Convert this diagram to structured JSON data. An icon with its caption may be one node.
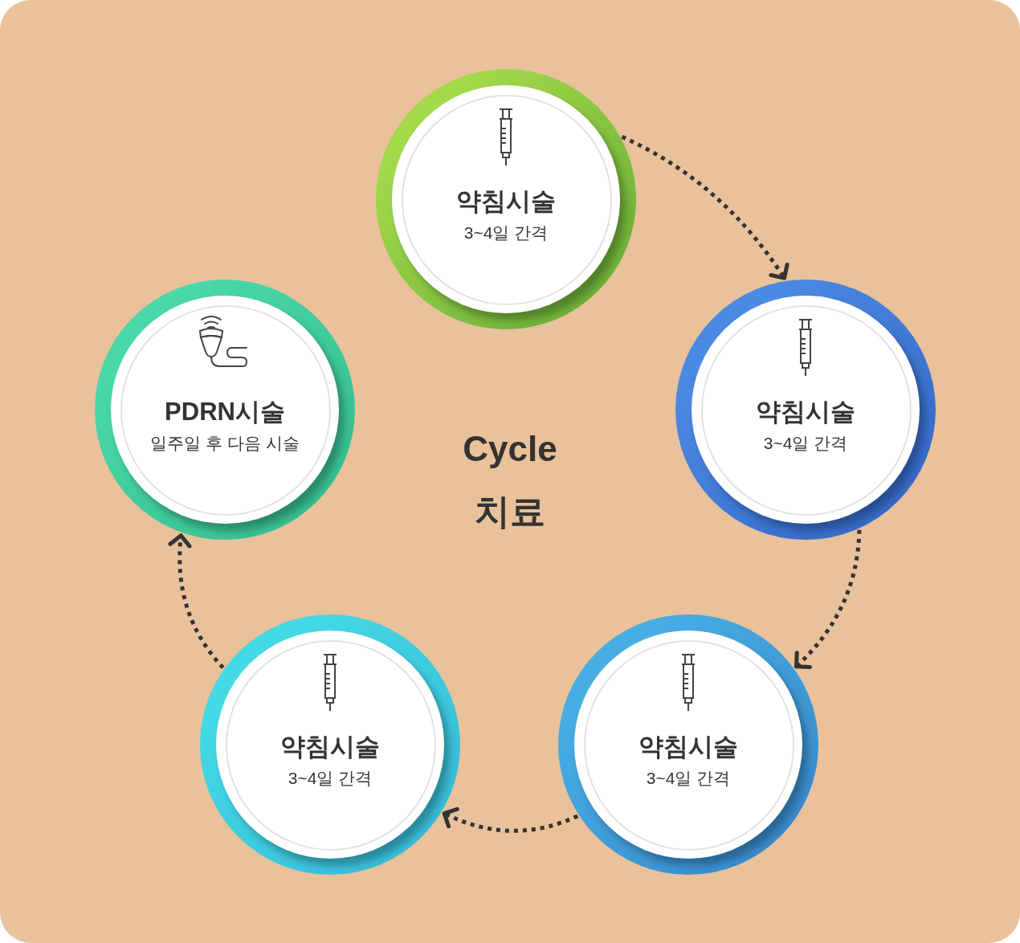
{
  "diagram": {
    "title": "Cycle 치료",
    "nodes": [
      {
        "text": [
          "약침시술",
          "3~4일 간격"
        ]
      },
      {
        "text": [
          "PDRN시술",
          "일주일 후 다음 시술"
        ]
      },
      {
        "text": [
          "약침시술",
          "3~4일 간격"
        ]
      },
      {
        "text": [
          "약침시술",
          "3~4일 간격"
        ]
      },
      {
        "text": [
          "약침시술",
          "3~4일 간격"
        ]
      }
    ],
    "edges": [
      {
        "from": 0,
        "to": 2,
        "arrow": "to"
      },
      {
        "from": 2,
        "to": 4,
        "arrow": "to"
      },
      {
        "from": 4,
        "to": 3,
        "arrow": "to"
      },
      {
        "from": 3,
        "to": 1,
        "arrow": "to"
      }
    ]
  }
}
